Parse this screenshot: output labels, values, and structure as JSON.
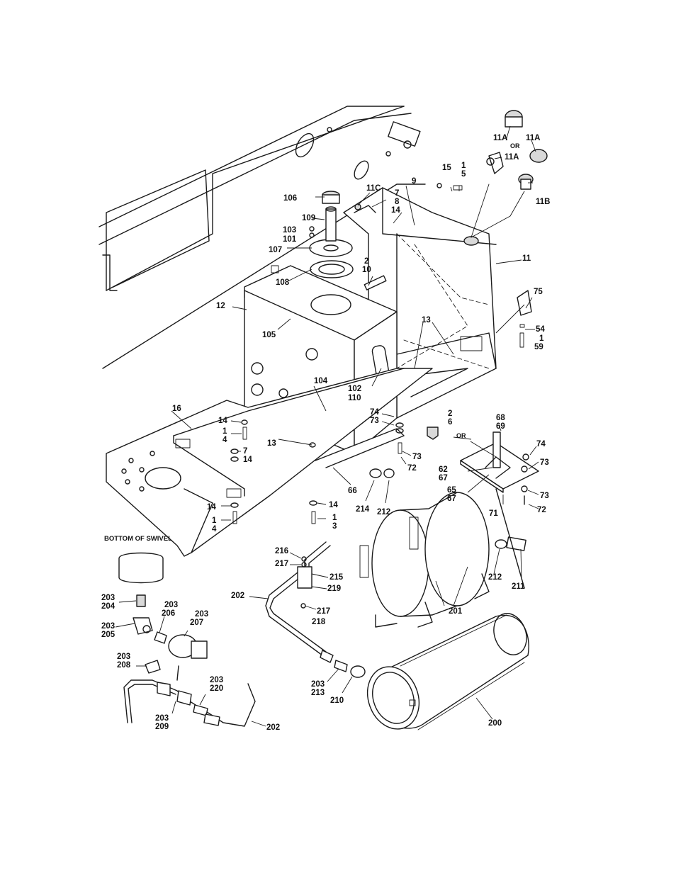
{
  "callouts": {
    "c11A_1": "11A",
    "c11A_2": "11A",
    "c_or_top": "OR",
    "c11A_3": "11A",
    "c15": "15",
    "c1_5": "1\n5",
    "c11B": "11B",
    "c11C": "11C",
    "c9": "9",
    "c7_8_14": "7\n8\n14",
    "c106": "106",
    "c109": "109",
    "c103_101": "103\n101",
    "c107": "107",
    "c2_10": "2\n10",
    "c11": "11",
    "c108": "108",
    "c12": "12",
    "c75": "75",
    "c105": "105",
    "c13_right": "13",
    "c54": "54",
    "c1_59": "1\n59",
    "c104": "104",
    "c102_110": "102\n110",
    "c16": "16",
    "c74_73": "74\n73",
    "c2_6": "2\n6",
    "c68_69": "68\n69",
    "c_or_mid": "OR",
    "c14_a": "14",
    "c1_4_a": "1\n4",
    "c7": "7",
    "c14_b": "14",
    "c13_left": "13",
    "c73_a": "73",
    "c72_a": "72",
    "c74": "74",
    "c73_b": "73",
    "c62_67": "62\n67",
    "c65_67": "65\n67",
    "c73_c": "73",
    "c72_b": "72",
    "c71": "71",
    "c66": "66",
    "c214": "214",
    "c212_a": "212",
    "c14_c": "14",
    "c1_4_b": "1\n4",
    "c14_d": "14",
    "c1_3": "1\n3",
    "c216": "216",
    "c217_a": "217",
    "c215": "215",
    "c219": "219",
    "c212_b": "212",
    "c211": "211",
    "c202_a": "202",
    "c217_b": "217",
    "c218": "218",
    "c201": "201",
    "c203_204": "203\n204",
    "c203_206": "203\n206",
    "c203_207": "203\n207",
    "c203_205": "203\n205",
    "c203_208": "203\n208",
    "c203_220": "203\n220",
    "c203_213": "203\n213",
    "c210": "210",
    "c203_209": "203\n209",
    "c202_b": "202",
    "c200": "200"
  },
  "captions": {
    "bottom_of_swivel": "BOTTOM OF SWIVEL"
  }
}
